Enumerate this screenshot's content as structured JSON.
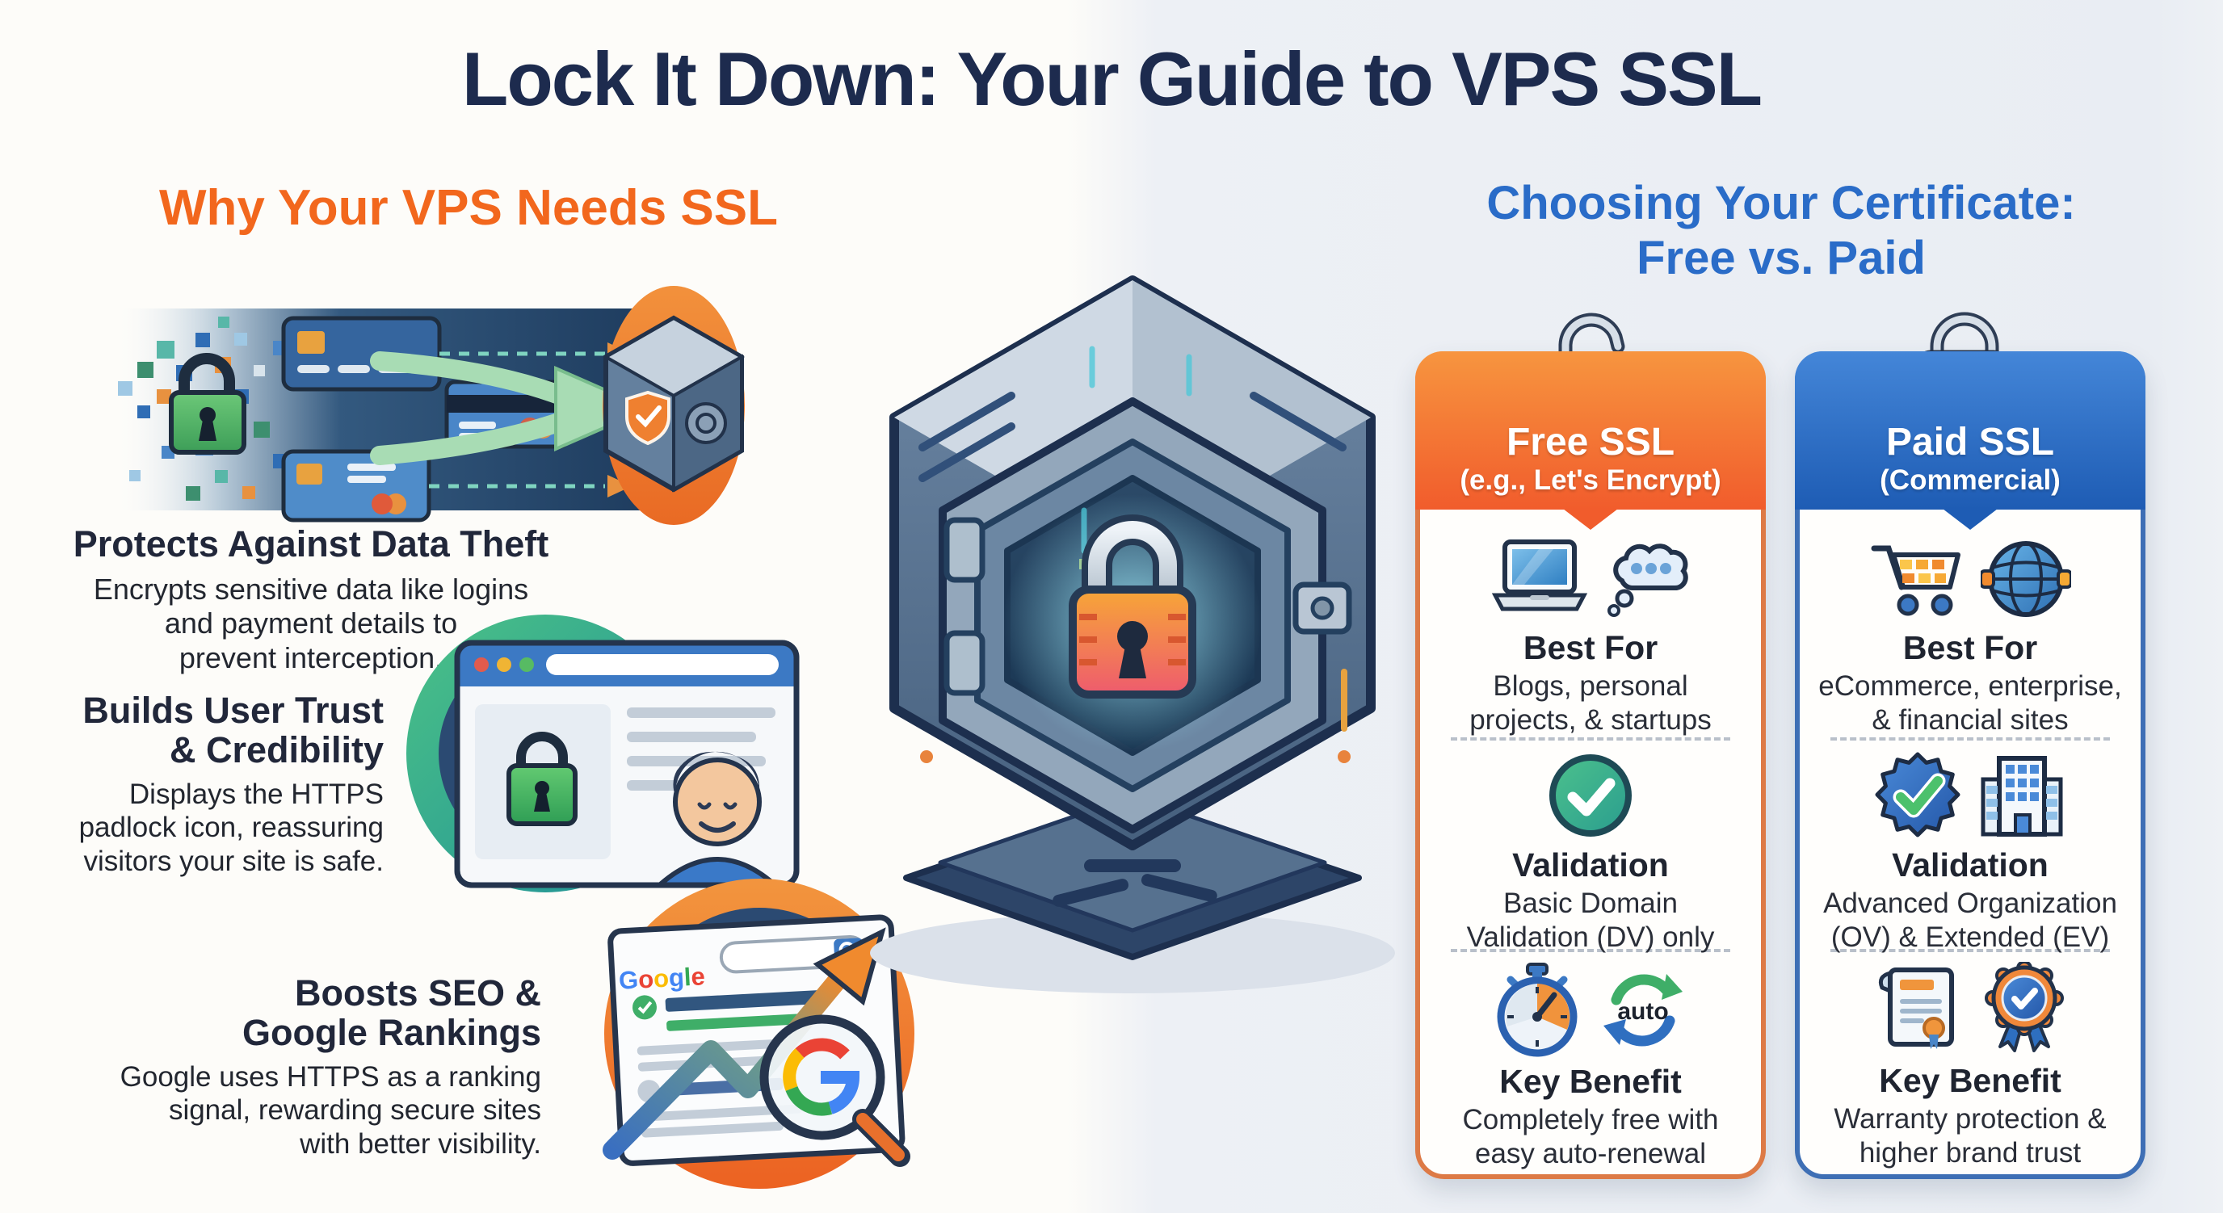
{
  "title": "Lock It Down: Your Guide to VPS SSL",
  "left": {
    "heading": "Why Your VPS Needs SSL",
    "benefits": [
      {
        "title": "Protects Against Data Theft",
        "description": "Encrypts sensitive data like logins\nand payment details to\nprevent interception."
      },
      {
        "title": "Builds User Trust\n& Credibility",
        "description": "Displays the HTTPS\npadlock icon, reassuring\nvisitors your site is safe."
      },
      {
        "title": "Boosts SEO &\nGoogle Rankings",
        "description": "Google uses HTTPS as a ranking\nsignal, rewarding secure sites\nwith better visibility."
      }
    ],
    "seo_illustration": {
      "logo_text": "Google"
    }
  },
  "right": {
    "heading": "Choosing Your Certificate:\nFree vs. Paid",
    "cards": [
      {
        "name": "Free SSL",
        "qualifier": "(e.g., Let's Encrypt)",
        "auto_badge": "auto",
        "sections": [
          {
            "label": "Best For",
            "text": "Blogs, personal\nprojects, & startups"
          },
          {
            "label": "Validation",
            "text": "Basic Domain\nValidation (DV) only"
          },
          {
            "label": "Key Benefit",
            "text": "Completely free with\neasy auto-renewal"
          }
        ]
      },
      {
        "name": "Paid SSL",
        "qualifier": "(Commercial)",
        "sections": [
          {
            "label": "Best For",
            "text": "eCommerce, enterprise,\n& financial sites"
          },
          {
            "label": "Validation",
            "text": "Advanced Organization\n(OV) & Extended (EV)"
          },
          {
            "label": "Key Benefit",
            "text": "Warranty protection &\nhigher brand trust"
          }
        ]
      }
    ]
  },
  "icons": {
    "free_card_header": "open-padlock-leaf-icon",
    "paid_card_header": "padlock-shield-check-icon",
    "free_best_for": [
      "laptop-icon",
      "thought-bubble-icon"
    ],
    "free_validation": [
      "check-circle-icon"
    ],
    "free_key_benefit": [
      "stopwatch-icon",
      "auto-renewal-arrows-icon"
    ],
    "paid_best_for": [
      "shopping-cart-icon",
      "globe-icon"
    ],
    "paid_validation": [
      "verified-badge-icon",
      "office-building-icon"
    ],
    "paid_key_benefit": [
      "certificate-icon",
      "award-ribbon-icon"
    ],
    "left_illustrations": [
      "encrypted-data-flow-vault",
      "secure-browser-user",
      "google-seo-growth"
    ],
    "center_illustration": "server-vault-glowing-padlock"
  },
  "colors": {
    "title_navy": "#1D2B4E",
    "orange_accent": "#F2671D",
    "blue_accent": "#2A6CC8",
    "free_card_orange": "#F15C2C",
    "paid_card_blue": "#1E5CB4",
    "trust_green": "#3FAE68",
    "google_palette": [
      "#4285F4",
      "#EA4335",
      "#FBBC05",
      "#4285F4",
      "#34A853",
      "#EA4335"
    ]
  }
}
